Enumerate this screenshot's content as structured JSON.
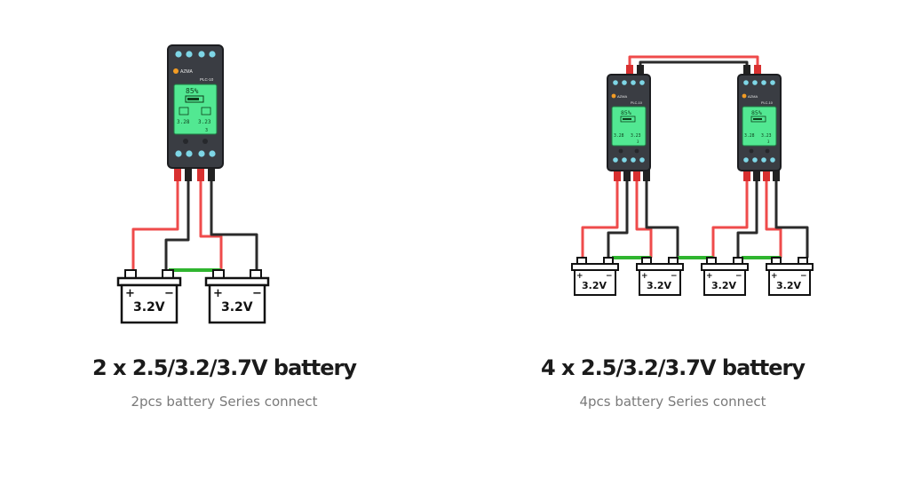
{
  "colors": {
    "red_wire": "#ef4b4b",
    "black_wire": "#2b2b2b",
    "green_wire": "#2fb52f",
    "device_body": "#3a3d43",
    "screen": "#52e892",
    "terminal": "#7ed6e6"
  },
  "device": {
    "brand": "AZMA",
    "model": "PLC-10",
    "percent": "85%",
    "readings": [
      "3.28",
      "3.23"
    ],
    "footer": "3"
  },
  "battery": {
    "plus": "+",
    "minus": "−",
    "label": "3.2V"
  },
  "diagrams": [
    {
      "title": "2 x 2.5/3.2/3.7V battery",
      "subtitle": "2pcs battery Series connect"
    },
    {
      "title": "4 x 2.5/3.2/3.7V battery",
      "subtitle": "4pcs battery Series connect"
    }
  ]
}
